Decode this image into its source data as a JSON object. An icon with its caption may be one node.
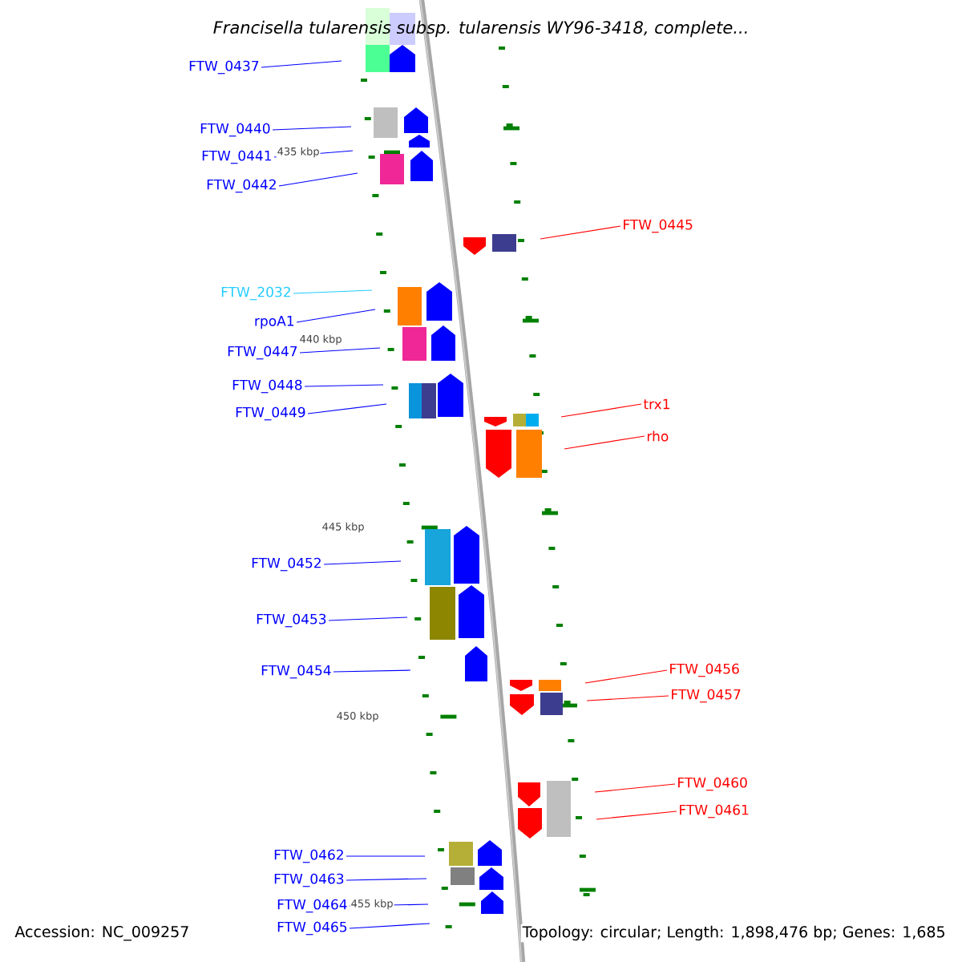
{
  "diagram": {
    "title": "Francisella tularensis subsp. tularensis WY96-3418, complete...",
    "nodes": [
      {
        "text": [
          "FTW_0437"
        ]
      },
      {
        "text": [
          "FTW_0440"
        ]
      },
      {
        "text": [
          "FTW_0441"
        ]
      },
      {
        "text": [
          "FTW_0442"
        ]
      },
      {
        "text": [
          "FTW_0445"
        ]
      },
      {
        "text": [
          "FTW_2032"
        ]
      },
      {
        "text": [
          "rpoA1"
        ]
      },
      {
        "text": [
          "FTW_0447"
        ]
      },
      {
        "text": [
          "trx1"
        ]
      },
      {
        "text": [
          "FTW_0448"
        ]
      },
      {
        "text": [
          "FTW_0449"
        ]
      },
      {
        "text": [
          "rho"
        ]
      },
      {
        "text": [
          "FTW_0452"
        ]
      },
      {
        "text": [
          "FTW_0453"
        ]
      },
      {
        "text": [
          "FTW_0454"
        ]
      },
      {
        "text": [
          "FTW_0456"
        ]
      },
      {
        "text": [
          "FTW_0457"
        ]
      },
      {
        "text": [
          "FTW_0460"
        ]
      },
      {
        "text": [
          "FTW_0461"
        ]
      },
      {
        "text": [
          "FTW_0462"
        ]
      },
      {
        "text": [
          "FTW_0463"
        ]
      },
      {
        "text": [
          "FTW_0464"
        ]
      },
      {
        "text": [
          "FTW_0465"
        ]
      }
    ],
    "edges": [
      {
        "from": 0,
        "to": null,
        "arrow": "none"
      },
      {
        "from": 1,
        "to": null,
        "arrow": "none"
      },
      {
        "from": 2,
        "to": null,
        "arrow": "none"
      },
      {
        "from": 3,
        "to": null,
        "arrow": "none"
      },
      {
        "from": 4,
        "to": null,
        "arrow": "none",
        "color": "#ff0000"
      },
      {
        "from": 5,
        "to": null,
        "arrow": "none",
        "color": "#22ccff"
      },
      {
        "from": 6,
        "to": null,
        "arrow": "none"
      },
      {
        "from": 7,
        "to": null,
        "arrow": "none"
      },
      {
        "from": 8,
        "to": null,
        "arrow": "none",
        "color": "#ff0000"
      },
      {
        "from": 9,
        "to": null,
        "arrow": "none"
      },
      {
        "from": 10,
        "to": null,
        "arrow": "none"
      },
      {
        "from": 11,
        "to": null,
        "arrow": "none",
        "color": "#ff0000"
      },
      {
        "from": 12,
        "to": null,
        "arrow": "none"
      },
      {
        "from": 13,
        "to": null,
        "arrow": "none"
      },
      {
        "from": 14,
        "to": null,
        "arrow": "none"
      },
      {
        "from": 15,
        "to": null,
        "arrow": "none",
        "color": "#ff0000"
      },
      {
        "from": 16,
        "to": null,
        "arrow": "none",
        "color": "#ff0000"
      },
      {
        "from": 17,
        "to": null,
        "arrow": "none",
        "color": "#ff0000"
      },
      {
        "from": 18,
        "to": null,
        "arrow": "none",
        "color": "#ff0000"
      },
      {
        "from": 19,
        "to": null,
        "arrow": "none"
      },
      {
        "from": 20,
        "to": null,
        "arrow": "none"
      },
      {
        "from": 21,
        "to": null,
        "arrow": "none"
      },
      {
        "from": 22,
        "to": null,
        "arrow": "none"
      }
    ],
    "labels": [
      "435 kbp",
      "440 kbp",
      "445 kbp",
      "450 kbp",
      "455 kbp",
      "Accession: NC_009257",
      "Topology: circular; Length: 1,898,476 bp; Genes: 1,685"
    ]
  }
}
